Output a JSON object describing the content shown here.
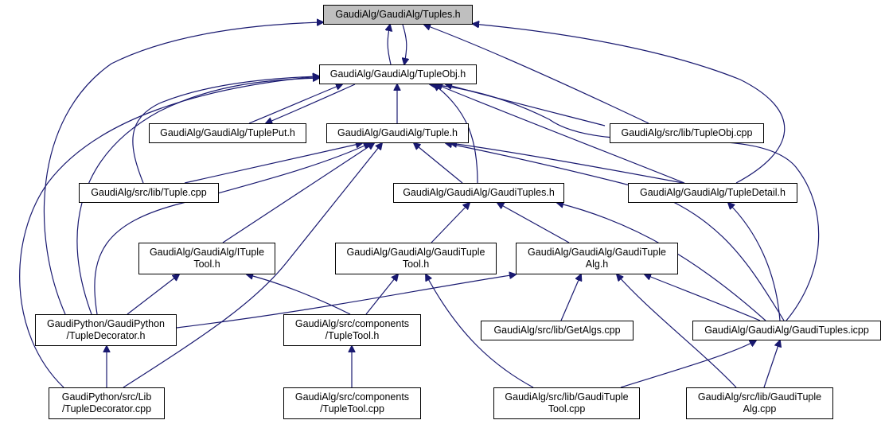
{
  "diagram": {
    "type": "include-dependency-graph",
    "root": "tuples_h",
    "colors": {
      "edge": "#191970",
      "node_border": "#000000",
      "node_fill": "#ffffff",
      "root_fill": "#bfbfbf"
    },
    "nodes": [
      {
        "id": "tuples_h",
        "lines": [
          "GaudiAlg/GaudiAlg/Tuples.h"
        ]
      },
      {
        "id": "tupleobj_h",
        "lines": [
          "GaudiAlg/GaudiAlg/TupleObj.h"
        ]
      },
      {
        "id": "tupleput_h",
        "lines": [
          "GaudiAlg/GaudiAlg/TuplePut.h"
        ]
      },
      {
        "id": "tuple_h",
        "lines": [
          "GaudiAlg/GaudiAlg/Tuple.h"
        ]
      },
      {
        "id": "tupleobj_cpp",
        "lines": [
          "GaudiAlg/src/lib/TupleObj.cpp"
        ]
      },
      {
        "id": "tuple_cpp",
        "lines": [
          "GaudiAlg/src/lib/Tuple.cpp"
        ]
      },
      {
        "id": "gaudituples_h",
        "lines": [
          "GaudiAlg/GaudiAlg/GaudiTuples.h"
        ]
      },
      {
        "id": "tupledetail_h",
        "lines": [
          "GaudiAlg/GaudiAlg/TupleDetail.h"
        ]
      },
      {
        "id": "ituple_tool_h",
        "lines": [
          "GaudiAlg/GaudiAlg/ITuple",
          "Tool.h"
        ]
      },
      {
        "id": "gaudituple_tool_h",
        "lines": [
          "GaudiAlg/GaudiAlg/GaudiTuple",
          "Tool.h"
        ]
      },
      {
        "id": "gaudituple_alg_h",
        "lines": [
          "GaudiAlg/GaudiAlg/GaudiTuple",
          "Alg.h"
        ]
      },
      {
        "id": "tupledecorator_h",
        "lines": [
          "GaudiPython/GaudiPython",
          "/TupleDecorator.h"
        ]
      },
      {
        "id": "tupletool_h",
        "lines": [
          "GaudiAlg/src/components",
          "/TupleTool.h"
        ]
      },
      {
        "id": "getalgs_cpp",
        "lines": [
          "GaudiAlg/src/lib/GetAlgs.cpp"
        ]
      },
      {
        "id": "gaudituples_icpp",
        "lines": [
          "GaudiAlg/GaudiAlg/GaudiTuples.icpp"
        ]
      },
      {
        "id": "tupledecorator_cpp",
        "lines": [
          "GaudiPython/src/Lib",
          "/TupleDecorator.cpp"
        ]
      },
      {
        "id": "tupletool_cpp",
        "lines": [
          "GaudiAlg/src/components",
          "/TupleTool.cpp"
        ]
      },
      {
        "id": "gaudituple_tool_cpp",
        "lines": [
          "GaudiAlg/src/lib/GaudiTuple",
          "Tool.cpp"
        ]
      },
      {
        "id": "gaudituple_alg_cpp",
        "lines": [
          "GaudiAlg/src/lib/GaudiTuple",
          "Alg.cpp"
        ]
      }
    ],
    "edges": [
      {
        "from": "tupleobj_h",
        "to": "tuples_h"
      },
      {
        "from": "tuples_h",
        "to": "tupleobj_h"
      },
      {
        "from": "tupledecorator_h",
        "to": "tuples_h"
      },
      {
        "from": "tupleobj_cpp",
        "to": "tuples_h"
      },
      {
        "from": "tupledetail_h",
        "to": "tuples_h"
      },
      {
        "from": "tupleput_h",
        "to": "tupleobj_h"
      },
      {
        "from": "tupleobj_h",
        "to": "tupleput_h"
      },
      {
        "from": "tuple_h",
        "to": "tupleobj_h"
      },
      {
        "from": "tupleobj_cpp",
        "to": "tupleobj_h"
      },
      {
        "from": "tuple_cpp",
        "to": "tupleobj_h"
      },
      {
        "from": "gaudituples_h",
        "to": "tupleobj_h"
      },
      {
        "from": "tupledetail_h",
        "to": "tupleobj_h"
      },
      {
        "from": "gaudituples_icpp",
        "to": "tupleobj_h"
      },
      {
        "from": "tupledecorator_h",
        "to": "tupleobj_h"
      },
      {
        "from": "tupledecorator_cpp",
        "to": "tupleobj_h"
      },
      {
        "from": "tuple_cpp",
        "to": "tuple_h"
      },
      {
        "from": "gaudituples_h",
        "to": "tuple_h"
      },
      {
        "from": "tupledetail_h",
        "to": "tuple_h"
      },
      {
        "from": "gaudituples_icpp",
        "to": "tuple_h"
      },
      {
        "from": "ituple_tool_h",
        "to": "tuple_h"
      },
      {
        "from": "tupledecorator_h",
        "to": "tuple_h"
      },
      {
        "from": "tupledecorator_cpp",
        "to": "tuple_h"
      },
      {
        "from": "gaudituple_tool_h",
        "to": "gaudituples_h"
      },
      {
        "from": "gaudituple_alg_h",
        "to": "gaudituples_h"
      },
      {
        "from": "gaudituples_icpp",
        "to": "gaudituples_h"
      },
      {
        "from": "gaudituples_icpp",
        "to": "tupledetail_h"
      },
      {
        "from": "tupledecorator_h",
        "to": "ituple_tool_h"
      },
      {
        "from": "tupletool_h",
        "to": "ituple_tool_h"
      },
      {
        "from": "tupletool_h",
        "to": "gaudituple_tool_h"
      },
      {
        "from": "gaudituple_tool_cpp",
        "to": "gaudituple_tool_h"
      },
      {
        "from": "tupledecorator_h",
        "to": "gaudituple_alg_h"
      },
      {
        "from": "getalgs_cpp",
        "to": "gaudituple_alg_h"
      },
      {
        "from": "gaudituples_icpp",
        "to": "gaudituple_alg_h"
      },
      {
        "from": "gaudituple_alg_cpp",
        "to": "gaudituple_alg_h"
      },
      {
        "from": "tupledecorator_cpp",
        "to": "tupledecorator_h"
      },
      {
        "from": "tupletool_cpp",
        "to": "tupletool_h"
      },
      {
        "from": "gaudituple_tool_cpp",
        "to": "gaudituples_icpp"
      },
      {
        "from": "gaudituple_alg_cpp",
        "to": "gaudituples_icpp"
      }
    ]
  }
}
